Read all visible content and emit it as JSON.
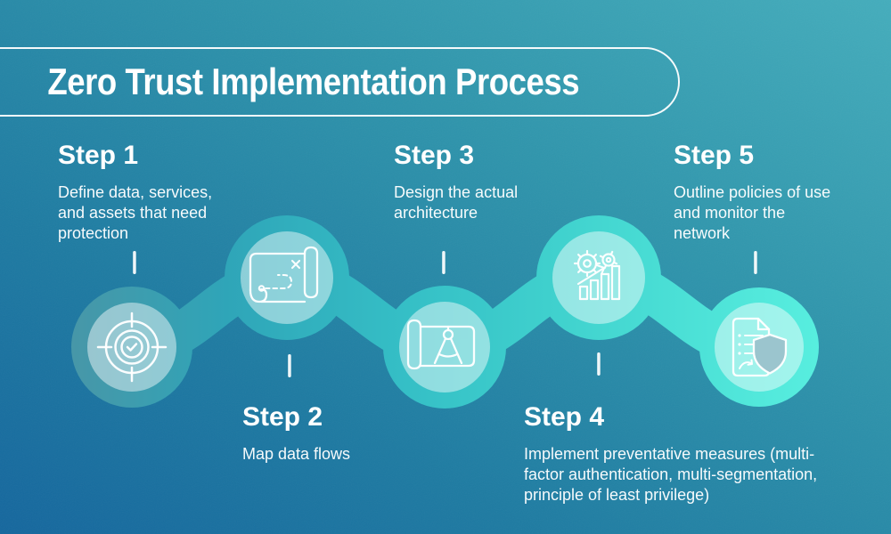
{
  "title": "Zero Trust Implementation Process",
  "steps": [
    {
      "label": "Step 1",
      "description": "Define data, services, and assets that need protection",
      "icon": "target-check-icon"
    },
    {
      "label": "Step 2",
      "description": "Map data flows",
      "icon": "treasure-map-route-icon"
    },
    {
      "label": "Step 3",
      "description": "Design the actual architecture",
      "icon": "blueprint-compass-icon"
    },
    {
      "label": "Step 4",
      "description": "Implement preventative measures (multi-factor authentication, multi-segmentation, principle of least privilege)",
      "icon": "gears-growth-chart-icon"
    },
    {
      "label": "Step 5",
      "description": "Outline policies of use and monitor the network",
      "icon": "document-shield-icon"
    }
  ],
  "colors": {
    "background_top_right": "#44adbc",
    "background_bottom_left": "#15679e",
    "chain_gradient_start": "#4a95a6",
    "chain_gradient_mid": "#3ac3c7",
    "chain_gradient_end": "#59f0e0",
    "inner_circle_overlay": "#ffffff",
    "text": "#ffffff"
  }
}
